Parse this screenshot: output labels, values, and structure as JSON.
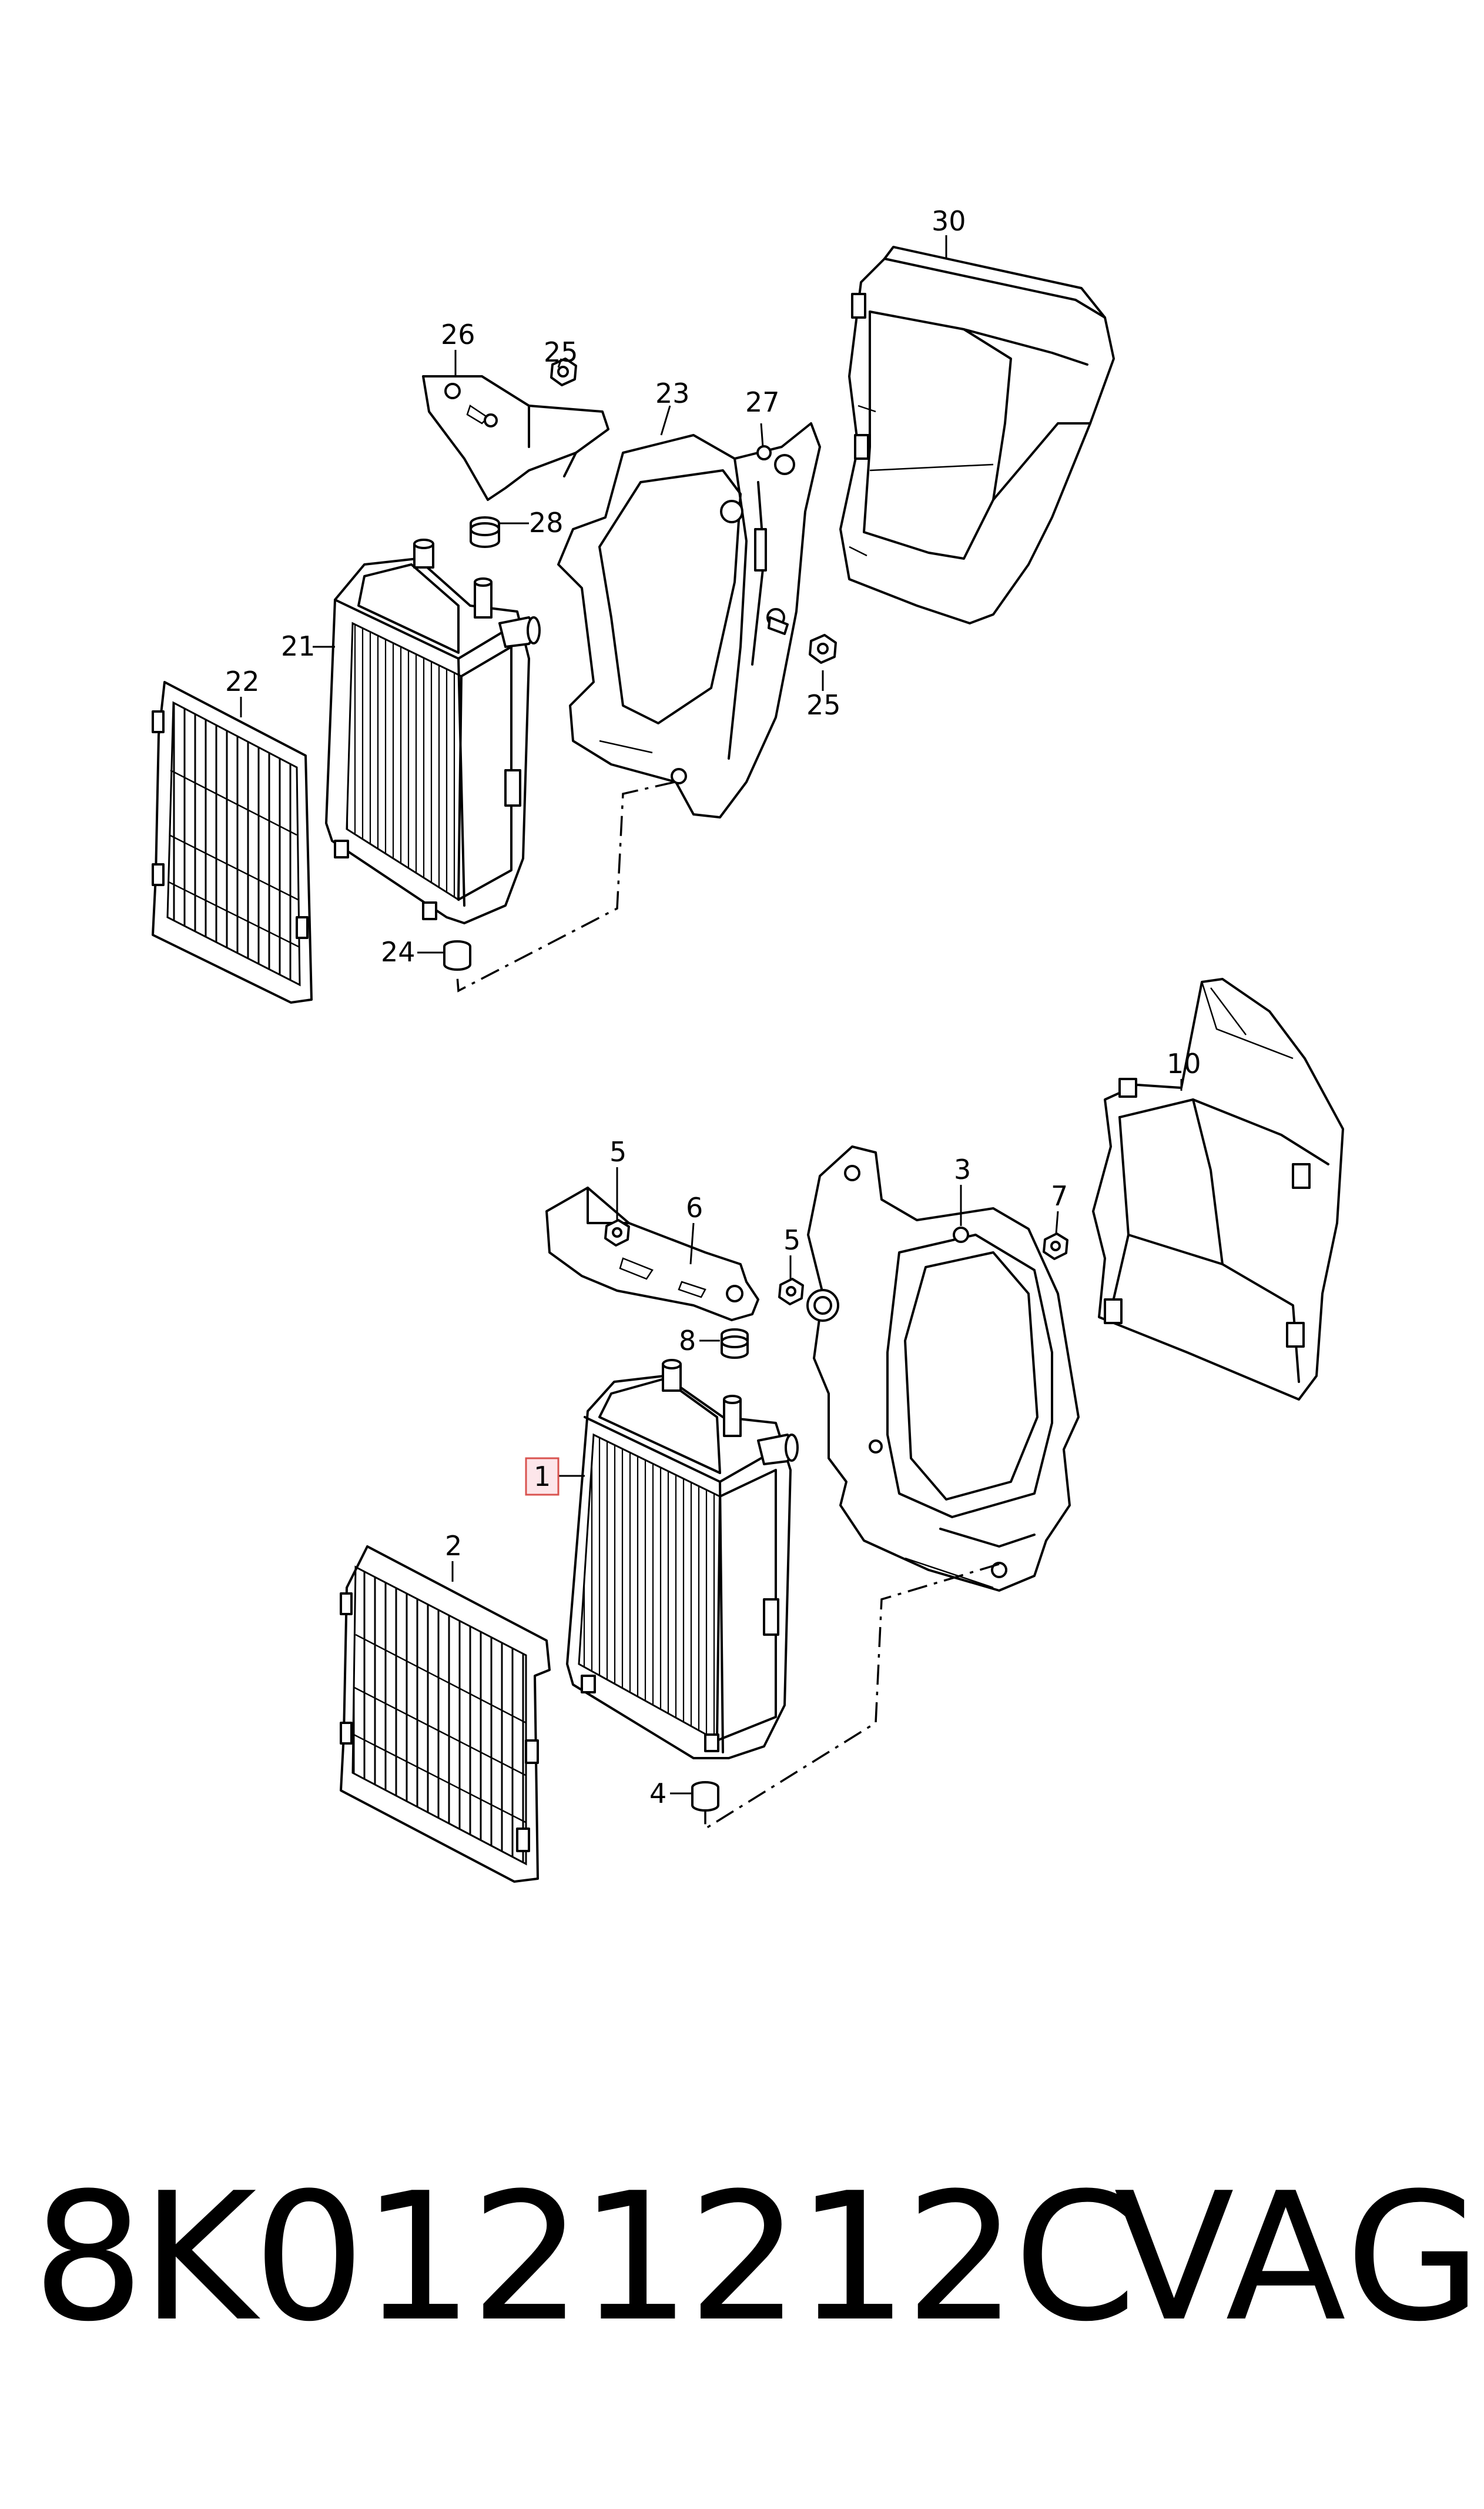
{
  "labels": {
    "c1": "1",
    "c2": "2",
    "c3": "3",
    "c4": "4",
    "c5a": "5",
    "c5b": "5",
    "c6": "6",
    "c7": "7",
    "c8": "8",
    "c10": "10",
    "c21": "21",
    "c22": "22",
    "c23": "23",
    "c24": "24",
    "c25a": "25",
    "c25b": "25",
    "c26": "26",
    "c27": "27",
    "c28": "28",
    "c30": "30"
  },
  "footer": {
    "part_number": "8K0121212C",
    "brand": "VAG"
  },
  "colors": {
    "highlight_border": "#d9534f",
    "highlight_fill": "#fde6ea",
    "line": "#000000"
  }
}
